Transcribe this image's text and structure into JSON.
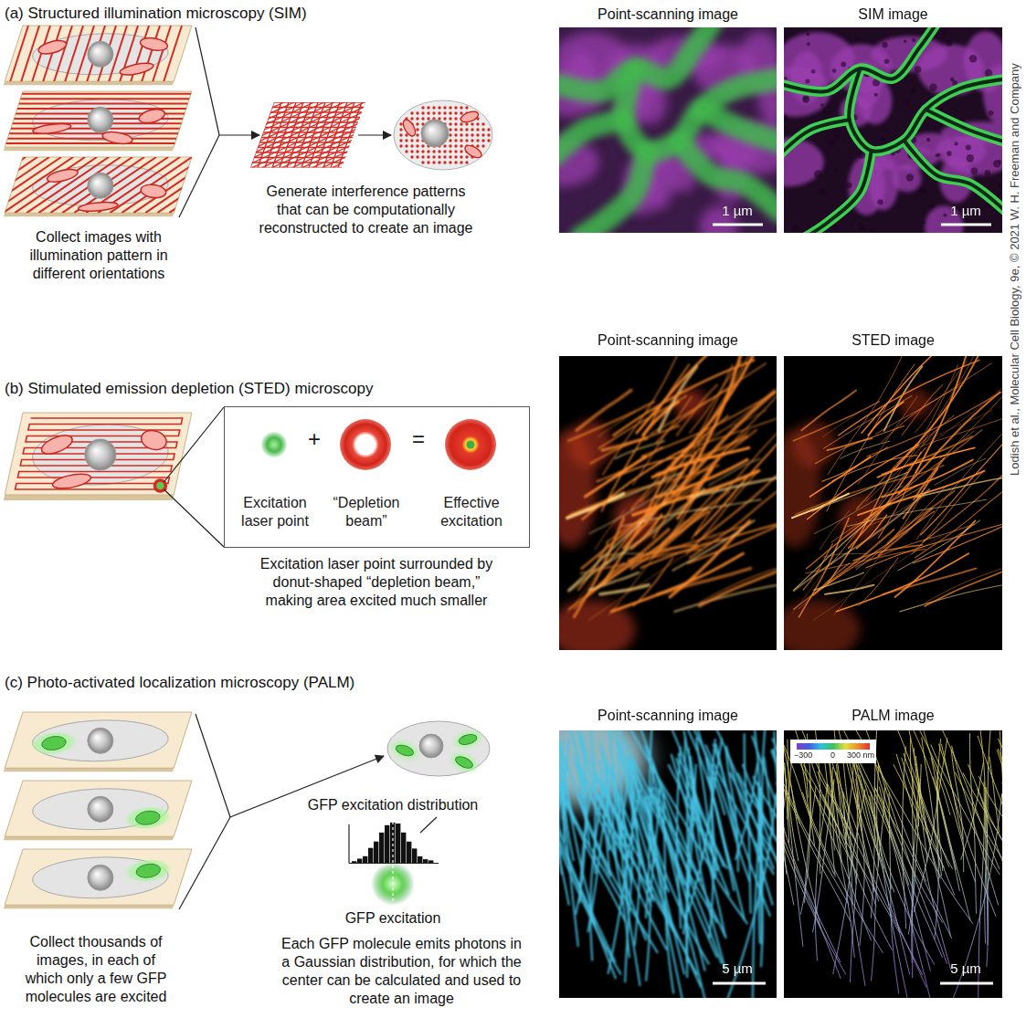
{
  "diagram": {
    "nodes": [
      {
        "text": [
          "Excitation laser point",
          "+",
          "“Depletion beam”",
          "=",
          "Effective excitation"
        ]
      }
    ],
    "labels": [
      "(a) Structured illumination microscopy (SIM)",
      "Collect images with illumination pattern in different orientations",
      "Generate interference patterns that can be computationally reconstructed to create an image",
      "Point-scanning image",
      "SIM image",
      "1 µm",
      "1 µm",
      "(b) Stimulated emission depletion (STED) microscopy",
      "Excitation laser point surrounded by donut-shaped “depletion beam,” making area excited much smaller",
      "Point-scanning image",
      "STED image",
      "(c) Photo-activated localization microscopy (PALM)",
      "Collect thousands of images, in each of which only a few GFP molecules are excited",
      "GFP excitation distribution",
      "GFP excitation",
      "Each GFP molecule emits photons in a Gaussian distribution, for which the center can be calculated and used to create an image",
      "Point-scanning image",
      "PALM image",
      "5 µm",
      "5 µm",
      "−300",
      "0",
      "300 nm",
      "Lodish et al., Molecular Cell Biology, 9e, © 2021 W. H. Freeman and Company"
    ]
  }
}
